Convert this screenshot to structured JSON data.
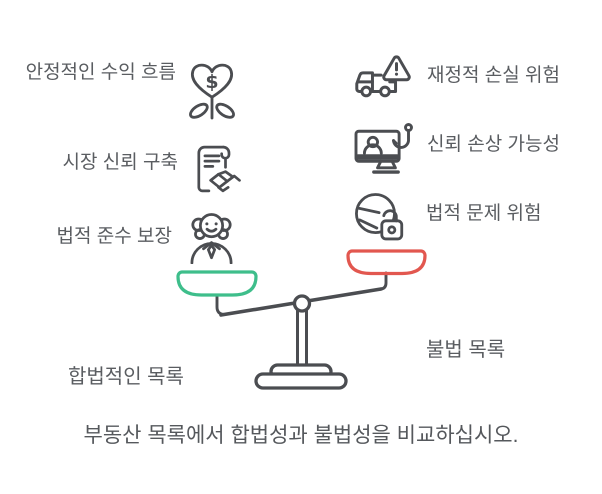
{
  "left_items": [
    {
      "label": "안정적인 수익 흐름",
      "icon": "heart-money-plant-icon"
    },
    {
      "label": "시장 신뢰 구축",
      "icon": "contract-handshake-icon"
    },
    {
      "label": "법적 준수 보장",
      "icon": "judge-icon"
    }
  ],
  "right_items": [
    {
      "label": "재정적 손실 위험",
      "icon": "truck-warning-icon"
    },
    {
      "label": "신뢰 손상 가능성",
      "icon": "phishing-monitor-icon"
    },
    {
      "label": "법적 문제 위험",
      "icon": "globe-unlock-icon"
    }
  ],
  "scale": {
    "left_pan_label": "합법적인 목록",
    "right_pan_label": "불법 목록",
    "tilt": "left-pan-down"
  },
  "caption": "부동산 목록에서 합법성과 불법성을 비교하십시오.",
  "glyphs": {
    "dollar": "$"
  },
  "colors": {
    "legal_pan_green": "#3ebe8b",
    "illegal_pan_red": "#e2574f",
    "icon_stroke": "#4b4d51",
    "text_gray": "#5a5d61"
  }
}
